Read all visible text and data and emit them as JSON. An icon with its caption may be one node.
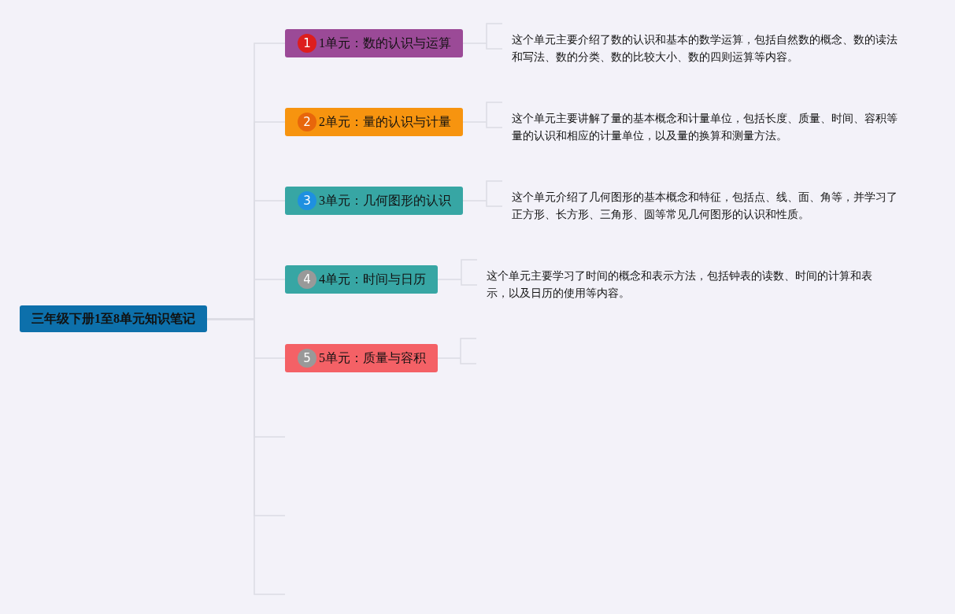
{
  "diagram": {
    "nodes": [
      {
        "text": [
          "三年级下册1至8单元知识笔记"
        ]
      },
      {
        "text": [
          "1",
          "1单元：数的认识与运算"
        ]
      },
      {
        "text": [
          "2",
          "2单元：量的认识与计量"
        ]
      },
      {
        "text": [
          "3",
          "3单元：几何图形的认识"
        ]
      },
      {
        "text": [
          "4",
          "4单元：时间与日历"
        ]
      },
      {
        "text": [
          "5",
          "5单元：质量与容积"
        ]
      },
      {
        "text": [
          "这个单元主要介绍了数的认识和基本的数学运算，包括自然数的概念、数的读法和写法、数的分类、数的比较大小、数的四则运算等内容。"
        ]
      },
      {
        "text": [
          "这个单元主要讲解了量的基本概念和计量单位，包括长度、质量、时间、容积等量的认识和相应的计量单位，以及量的换算和测量方法。"
        ]
      },
      {
        "text": [
          "这个单元介绍了几何图形的基本概念和特征，包括点、线、面、角等，并学习了正方形、长方形、三角形、圆等常见几何图形的认识和性质。"
        ]
      },
      {
        "text": [
          "这个单元主要学习了时间的概念和表示方法，包括钟表的读数、时间的计算和表示，以及日历的使用等内容。"
        ]
      }
    ],
    "edges": [
      {
        "from": 0,
        "to": 1,
        "arrow": "none"
      },
      {
        "from": 0,
        "to": 2,
        "arrow": "none"
      },
      {
        "from": 0,
        "to": 3,
        "arrow": "none"
      },
      {
        "from": 0,
        "to": 4,
        "arrow": "none"
      },
      {
        "from": 0,
        "to": 5,
        "arrow": "none"
      },
      {
        "from": 0,
        "to": null,
        "arrow": "none"
      },
      {
        "from": 0,
        "to": null,
        "arrow": "none"
      },
      {
        "from": 0,
        "to": null,
        "arrow": "none"
      },
      {
        "from": 1,
        "to": 6,
        "arrow": "none"
      },
      {
        "from": 2,
        "to": 7,
        "arrow": "none"
      },
      {
        "from": 3,
        "to": 8,
        "arrow": "none"
      },
      {
        "from": 4,
        "to": 9,
        "arrow": "none"
      },
      {
        "from": 5,
        "to": null,
        "arrow": "none"
      }
    ]
  }
}
